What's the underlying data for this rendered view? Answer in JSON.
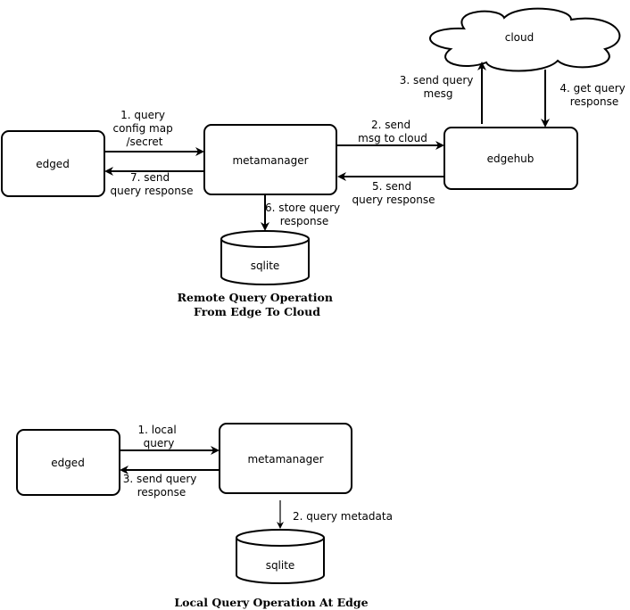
{
  "remote": {
    "title": [
      "Remote Query Operation",
      "From Edge To Cloud"
    ],
    "nodes": {
      "edged": "edged",
      "metamanager": "metamanager",
      "edgehub": "edgehub",
      "cloud": "cloud",
      "sqlite": "sqlite"
    },
    "labels": {
      "query_config": [
        "1. query",
        "config map",
        "/secret"
      ],
      "send_to_cloud": [
        "2. send",
        "msg to cloud"
      ],
      "send_query_mesg": [
        "3. send query",
        "mesg"
      ],
      "get_query_response": [
        "4. get query",
        "response"
      ],
      "send_query_response_5": [
        "5. send",
        "query response"
      ],
      "store_query_response": [
        "6. store query",
        "response"
      ],
      "send_query_response_7": [
        "7. send",
        "query response"
      ]
    }
  },
  "local": {
    "title": "Local Query Operation At Edge",
    "nodes": {
      "edged": "edged",
      "metamanager": "metamanager",
      "sqlite": "sqlite"
    },
    "labels": {
      "local_query": [
        "1. local",
        "query"
      ],
      "query_metadata": "2. query metadata",
      "send_query_response": [
        "3. send query",
        "response"
      ]
    }
  }
}
